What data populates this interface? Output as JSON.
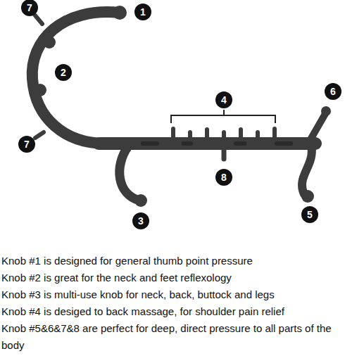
{
  "diagram": {
    "nodes": [
      {
        "text": [
          "7"
        ]
      },
      {
        "text": [
          "1"
        ]
      },
      {
        "text": [
          "2"
        ]
      },
      {
        "text": [
          "4"
        ]
      },
      {
        "text": [
          "6"
        ]
      },
      {
        "text": [
          "7"
        ]
      },
      {
        "text": [
          "8"
        ]
      },
      {
        "text": [
          "5"
        ]
      },
      {
        "text": [
          "3"
        ]
      }
    ],
    "labels": [
      "Knob #1 is designed for general thumb point pressure",
      "Knob #2 is great for the neck and feet reflexology",
      "Knob #3 is multi-use knob for neck, back, buttock and legs",
      "Knob #4 is desiged to back massage, for shoulder pain relief",
      "Knob #5&6&7&8 are perfect for deep, direct pressure to all parts of the body"
    ]
  }
}
